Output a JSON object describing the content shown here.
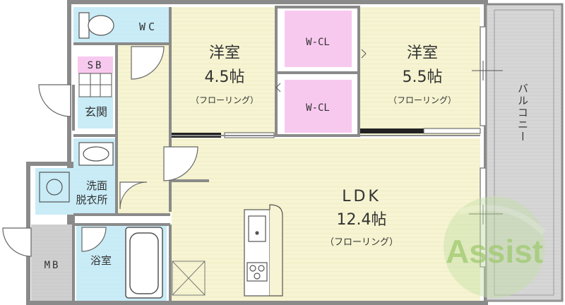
{
  "rooms": {
    "western_a": {
      "name": "洋室",
      "size": "4.5帖",
      "floor": "（フローリング）"
    },
    "western_b": {
      "name": "洋室",
      "size": "5.5帖",
      "floor": "（フローリング）"
    },
    "ldk": {
      "name": "LDK",
      "size": "12.4帖",
      "floor": "（フローリング）"
    },
    "wc": "WC",
    "sb": "SB",
    "entrance": "玄関",
    "wcl_top": "W-CL",
    "wcl_bottom": "W-CL",
    "washroom_line1": "洗面",
    "washroom_line2": "脱衣所",
    "bath": "浴室",
    "mb": "MB",
    "balcony": "バルコニー"
  },
  "watermark": "Assist",
  "colors": {
    "floor_yellow": "#f6f4d2",
    "wet_blue": "#c9ecf7",
    "closet_pink": "#f8c9ef",
    "mb_gray": "#cfcfcf",
    "balcony_gray": "#d6d6d6",
    "wall": "#8a8a8a"
  }
}
